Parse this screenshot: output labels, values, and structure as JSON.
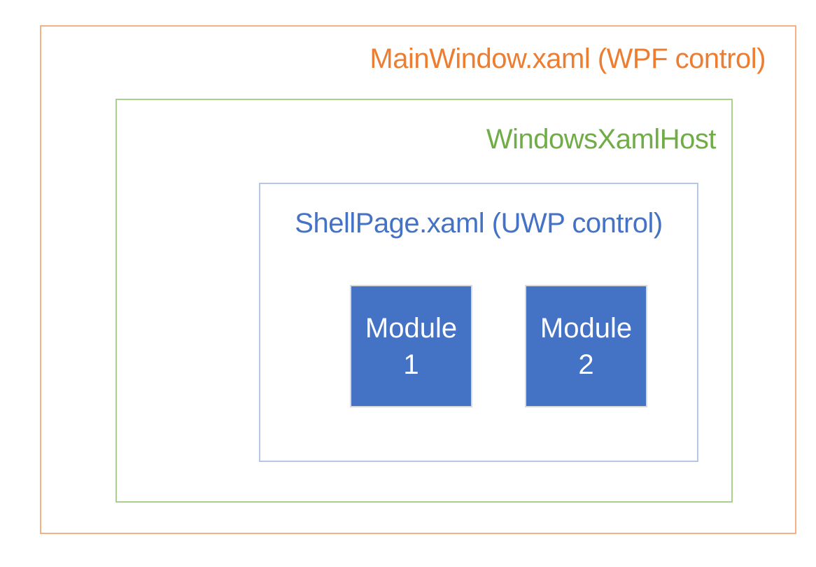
{
  "diagram": {
    "outer_box": {
      "label": "MainWindow.xaml (WPF control)",
      "text_color": "#ED7D31",
      "border_color": "#F4B183"
    },
    "host_box": {
      "label": "WindowsXamlHost",
      "text_color": "#70AD47",
      "border_color": "#A9D18E"
    },
    "shell_box": {
      "label": "ShellPage.xaml (UWP control)",
      "text_color": "#4472C4",
      "border_color": "#B4C7E7"
    },
    "modules": [
      {
        "lines": [
          "Module",
          "1"
        ]
      },
      {
        "lines": [
          "Module",
          "2"
        ]
      }
    ],
    "module_style": {
      "fill_color": "#4472C4",
      "border_color": "#D9D9D9",
      "text_color": "#FFFFFF"
    },
    "background": "#FFFFFF"
  }
}
